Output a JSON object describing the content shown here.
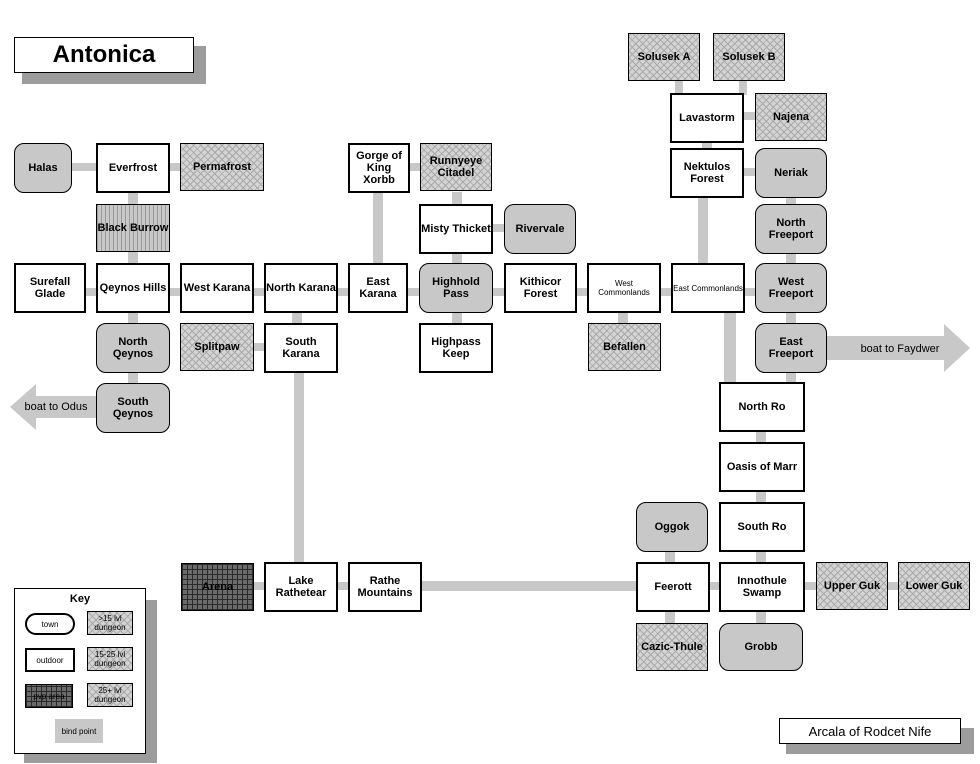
{
  "title": "Antonica",
  "author": "Arcala of Rodcet Nife",
  "arrows": {
    "odus": "boat to Odus",
    "faydwer": "boat to Faydwer"
  },
  "zones": {
    "solusek_a": "Solusek A",
    "solusek_b": "Solusek B",
    "lavastorm": "Lavastorm",
    "najena": "Najena",
    "halas": "Halas",
    "everfrost": "Everfrost",
    "permafrost": "Permafrost",
    "gorge": "Gorge of King Xorbb",
    "runnyeye": "Runnyeye Citadel",
    "nektulos": "Nektulos Forest",
    "neriak": "Neriak",
    "black_burrow": "Black Burrow",
    "misty": "Misty Thicket",
    "rivervale": "Rivervale",
    "north_freeport": "North Freeport",
    "surefall": "Surefall Glade",
    "qeynos_hills": "Qeynos Hills",
    "west_karana": "West Karana",
    "north_karana": "North Karana",
    "east_karana": "East Karana",
    "highhold": "Highhold Pass",
    "kithicor": "Kithicor Forest",
    "west_commonlands": "West Commonlands",
    "east_commonlands": "East Commonlands",
    "west_freeport": "West Freeport",
    "north_qeynos": "North Qeynos",
    "splitpaw": "Splitpaw",
    "south_karana": "South Karana",
    "highpass_keep": "Highpass Keep",
    "befallen": "Befallen",
    "east_freeport": "East Freeport",
    "south_qeynos": "South Qeynos",
    "north_ro": "North Ro",
    "oasis": "Oasis of Marr",
    "oggok": "Oggok",
    "south_ro": "South Ro",
    "arena": "Arena",
    "lake_rathetear": "Lake Rathetear",
    "rathe_mountains": "Rathe Mountains",
    "feerott": "Feerott",
    "innothule": "Innothule Swamp",
    "upper_guk": "Upper Guk",
    "lower_guk": "Lower Guk",
    "cazic_thule": "Cazic-Thule",
    "grobb": "Grobb"
  },
  "key": {
    "title": "Key",
    "town": "town",
    "outdoor": "outdoor",
    "pvp": "pvp area",
    "dungeon_15": ">15 lvl dungeon",
    "dungeon_15_25": "15-25 lvl dungeon",
    "dungeon_25": "25+ lvl dungeon",
    "bind": "bind point"
  }
}
